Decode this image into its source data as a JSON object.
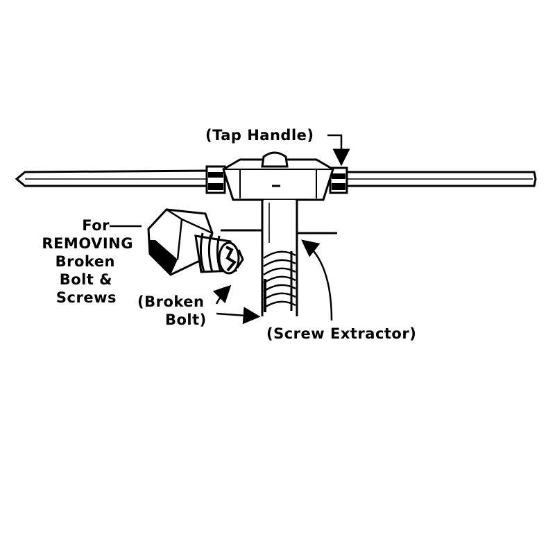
{
  "diagram": {
    "labels": {
      "tap_handle": "(Tap Handle)",
      "purpose": [
        "For",
        "REMOVING",
        "Broken",
        "Bolt &",
        "Screws"
      ],
      "broken_bolt": [
        "(Broken",
        "Bolt)"
      ],
      "screw_extractor": "(Screw Extractor)"
    },
    "colors": {
      "ink": "#000000",
      "paper": "#ffffff"
    }
  }
}
